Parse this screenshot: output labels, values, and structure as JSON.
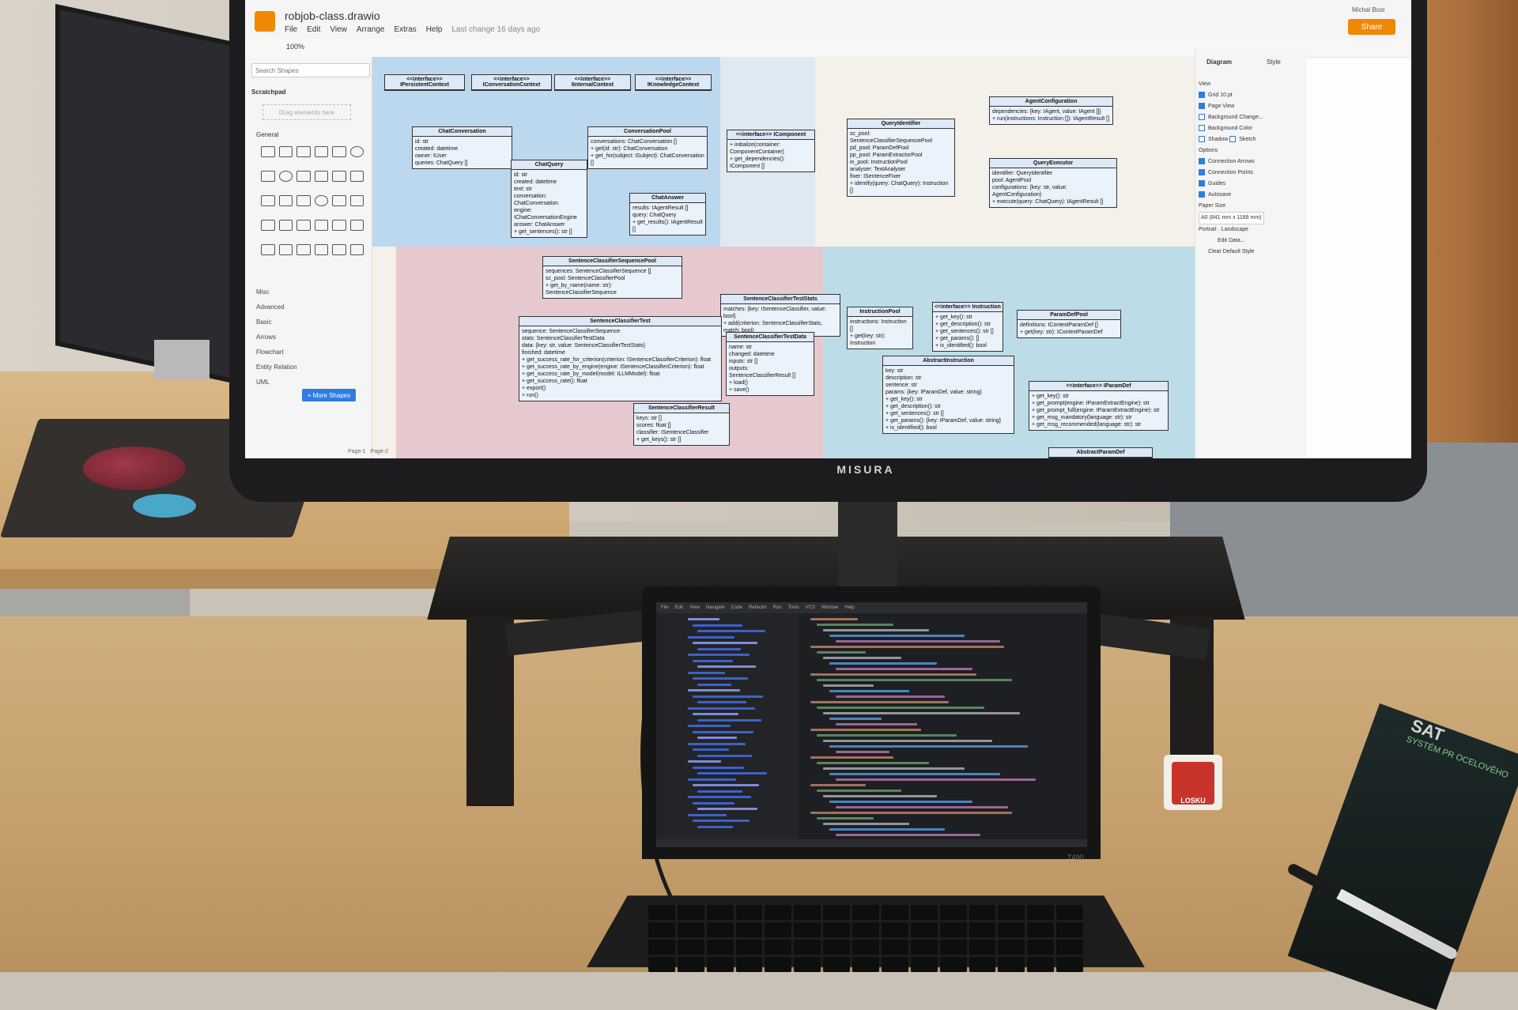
{
  "app": {
    "doc_title": "robjob-class.drawio",
    "menu": [
      "File",
      "Edit",
      "View",
      "Arrange",
      "Extras",
      "Help"
    ],
    "last_change": "Last change 16 days ago",
    "user": "Michal Bost",
    "share_label": "Share",
    "zoom": "100%"
  },
  "sidebar": {
    "search_placeholder": "Search Shapes",
    "scratchpad": "Scratchpad",
    "drag_here": "Drag elements here",
    "general": "General",
    "libraries": [
      "Misc",
      "Advanced",
      "Basic",
      "Arrows",
      "Flowchart",
      "Entity Relation",
      "UML"
    ],
    "more_shapes": "+ More Shapes"
  },
  "format_panel": {
    "tabs": [
      "Diagram",
      "Style"
    ],
    "view": "View",
    "options": [
      {
        "label": "Grid",
        "checked": true
      },
      {
        "label": "Page View",
        "checked": true
      },
      {
        "label": "Background",
        "checked": false
      },
      {
        "label": "Background Color",
        "checked": false
      },
      {
        "label": "Shadow",
        "checked": false
      },
      {
        "label": "Sketch",
        "checked": false
      }
    ],
    "options_header": "Options",
    "option_items": [
      {
        "label": "Connection Arrows",
        "checked": true
      },
      {
        "label": "Connection Points",
        "checked": true
      },
      {
        "label": "Guides",
        "checked": true
      },
      {
        "label": "Autosave",
        "checked": true
      }
    ],
    "paper_size": "Paper Size",
    "paper_value": "A0 (841 mm x 1189 mm)",
    "orientation": [
      "Portrait",
      "Landscape"
    ],
    "edit_data": "Edit Data...",
    "clear_style": "Clear Default Style",
    "grid_size": "10 pt",
    "change": "Change..."
  },
  "pages": [
    "Page-1",
    "Page-2"
  ],
  "classes": [
    {
      "name": "<<interface>> IPersistentContext",
      "fields": []
    },
    {
      "name": "<<interface>> IConversationContext",
      "fields": []
    },
    {
      "name": "<<interface>> IInternalContext",
      "fields": []
    },
    {
      "name": "<<interface>> IKnowledgeContext",
      "fields": []
    },
    {
      "name": "ChatConversation",
      "fields": [
        "id: str",
        "created: datetime",
        "owner: IUser",
        "queries: ChatQuery []"
      ]
    },
    {
      "name": "ConversationPool",
      "fields": [
        "conversations: ChatConversation []",
        "+ get(id: str): ChatConversation",
        "+ get_for(subject: ISubject): ChatConversation []"
      ]
    },
    {
      "name": "ChatQuery",
      "fields": [
        "id: str",
        "created: datetime",
        "text: str",
        "conversation: ChatConversation",
        "engine: IChatConversationEngine",
        "answer: ChatAnswer",
        "+ get_sentences(): str []"
      ]
    },
    {
      "name": "ChatAnswer",
      "fields": [
        "results: IAgentResult []",
        "query: ChatQuery",
        "+ get_results(): IAgentResult []"
      ]
    },
    {
      "name": "<<interface>> IComponent",
      "fields": [
        "+ initialize(container: ComponentContainer)",
        "+ get_dependencies(): IComponent []"
      ]
    },
    {
      "name": "QueryIdentifier",
      "fields": [
        "sc_pool: SentenceClassifierSequencePool",
        "pd_pool: ParamDefPool",
        "pp_pool: ParamExtractorPool",
        "in_pool: InstructionPool",
        "analyser: TextAnalyser",
        "fixer: ISentenceFixer",
        "+ identify(query: ChatQuery): Instruction []"
      ]
    },
    {
      "name": "AgentConfiguration",
      "fields": [
        "dependencies: {key: IAgent, value: IAgent []}",
        "+ run(instructions: Instruction []): IAgentResult []"
      ]
    },
    {
      "name": "QueryExecutor",
      "fields": [
        "identifier: QueryIdentifier",
        "pool: AgentPool",
        "configurations: {key: str, value: AgentConfiguration}",
        "+ execute(query: ChatQuery): IAgentResult []"
      ]
    },
    {
      "name": "SentenceClassifierSequencePool",
      "fields": [
        "sequences: SentenceClassifierSequence []",
        "sc_pool: SentenceClassifierPool",
        "+ get_by_name(name: str): SentenceClassifierSequence"
      ]
    },
    {
      "name": "SentenceClassifierTestStats",
      "fields": [
        "matches: {key: ISentenceClassifier, value: bool}",
        "+ add(criterion: SentenceClassifierStats, match: bool)"
      ]
    },
    {
      "name": "SentenceClassifierTest",
      "fields": [
        "sequence: SentenceClassifierSequence",
        "stats: SentenceClassifierTestData",
        "data: {key: str, value: SentenceClassifierTestStats}",
        "finished: datetime",
        "+ get_success_rate_for_criterion(criterion: ISentenceClassifierCriterion): float",
        "+ get_success_rate_by_engine(engine: ISentenceClassifierCriterion): float",
        "+ get_success_rate_by_model(model: ILLMModel): float",
        "+ get_success_rate(): float",
        "+ export()",
        "+ run()"
      ]
    },
    {
      "name": "SentenceClassifierTestData",
      "fields": [
        "name: str",
        "changed: datetime",
        "inputs: str []",
        "outputs: SentenceClassifierResult []",
        "+ load()",
        "+ save()"
      ]
    },
    {
      "name": "SentenceClassifierResult",
      "fields": [
        "keys: str []",
        "scores: float []",
        "classifier: ISentenceClassifier",
        "+ get_keys(): str []"
      ]
    },
    {
      "name": "InstructionPool",
      "fields": [
        "instructions: Instruction []",
        "+ get(key: str): Instruction"
      ]
    },
    {
      "name": "<<interface>> Instruction",
      "fields": [
        "+ get_key(): str",
        "+ get_description(): str",
        "+ get_sentences(): str []",
        "+ get_params(): []",
        "+ is_identified(): bool"
      ]
    },
    {
      "name": "ParamDefPool",
      "fields": [
        "definitions: IContextParamDef []",
        "+ get(key: str): IContextParamDef"
      ]
    },
    {
      "name": "AbstractInstruction",
      "fields": [
        "key: str",
        "description: str",
        "sentence: str",
        "params: {key: IParamDef, value: string}",
        "+ get_key(): str",
        "+ get_description(): str",
        "+ get_sentences(): str []",
        "+ get_params(): {key: IParamDef, value: string}",
        "+ is_identified(): bool"
      ]
    },
    {
      "name": "<<interface>> IParamDef",
      "fields": [
        "+ get_key(): str",
        "+ get_prompt(engine: IParamExtractEngine): str",
        "+ get_prompt_full(engine: IParamExtractEngine): str",
        "+ get_msg_mandatory(language: str): str",
        "+ get_msg_recommended(language: str): str"
      ]
    },
    {
      "name": "AbstractParamDef",
      "fields": []
    }
  ],
  "monitor_brand": "MISURA",
  "laptop": {
    "brand": "T490",
    "ide_menu": [
      "File",
      "Edit",
      "View",
      "Navigate",
      "Code",
      "Refactor",
      "Run",
      "Tools",
      "VCS",
      "Window",
      "Help"
    ]
  },
  "desk_items": {
    "cube_label": "LOSKU",
    "brochure_brand": "SAT",
    "brochure_text": "SYSTÉM PR OCELOVÉHO"
  }
}
